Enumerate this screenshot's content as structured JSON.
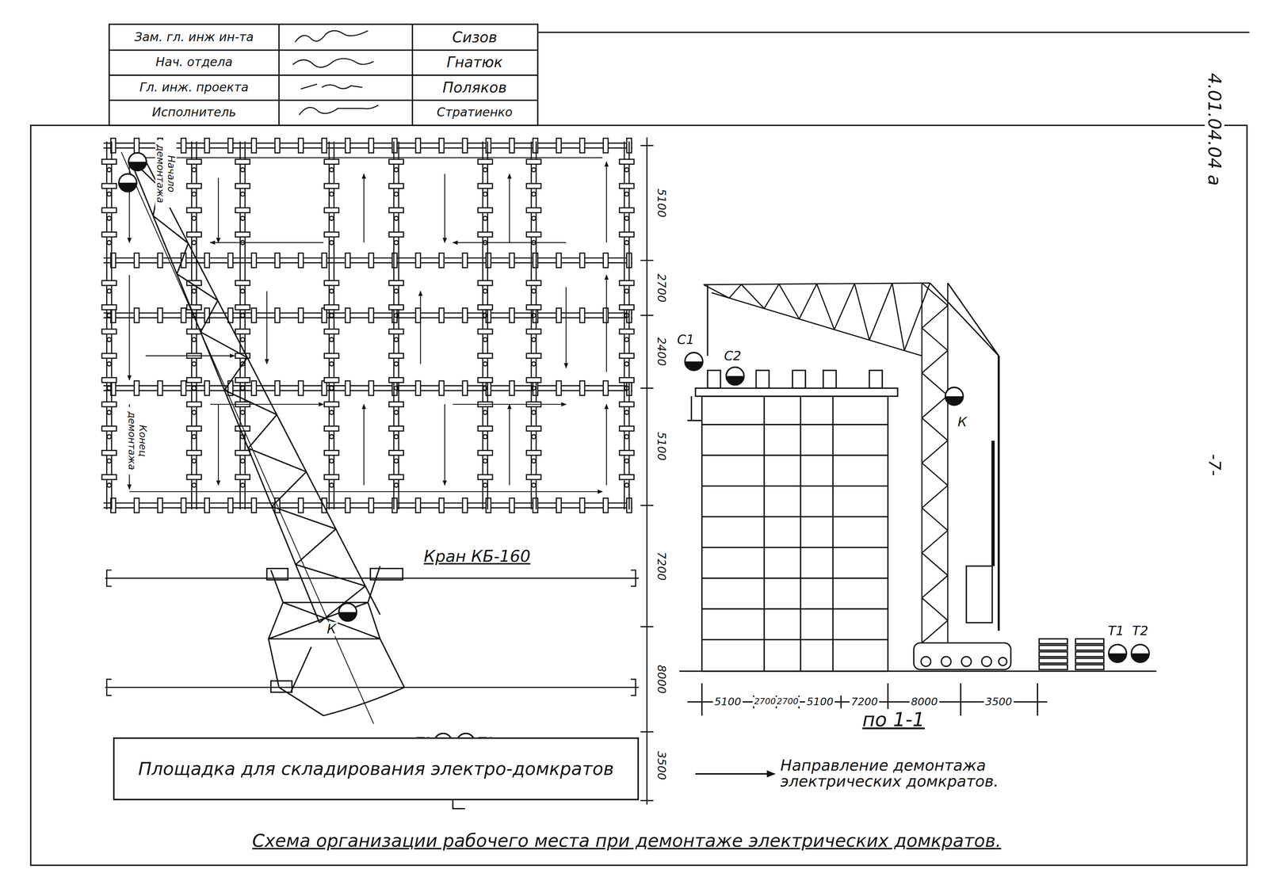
{
  "diagram": {
    "caption": "Схема организации рабочего места при демонтаже электрических домкратов.",
    "nodes": [
      {
        "text": [
          "Площадка для складирования электро-домкратов"
        ]
      }
    ],
    "labels": [
      "Зам. гл. инж ин-та",
      "Сизов",
      "Нач. отдела",
      "Гнатюк",
      "Гл. инж. проекта",
      "Поляков",
      "Исполнитель",
      "Стратиенко",
      "4.01.04.04 а",
      "-7-",
      "Начало демонтажа",
      "Конец демонтажа",
      "5100",
      "2700",
      "2400",
      "5100",
      "7200",
      "8000",
      "3500",
      "Кран КБ-160",
      "К",
      "Т1",
      "Т2",
      "1",
      "С1",
      "С2",
      "К",
      "Т1",
      "Т2",
      "5100",
      "2700",
      "2700",
      "5100",
      "7200",
      "8000",
      "3500",
      "по 1-1"
    ],
    "legend": [
      {
        "text": "Направление демонтажа электрических домкратов."
      }
    ]
  }
}
